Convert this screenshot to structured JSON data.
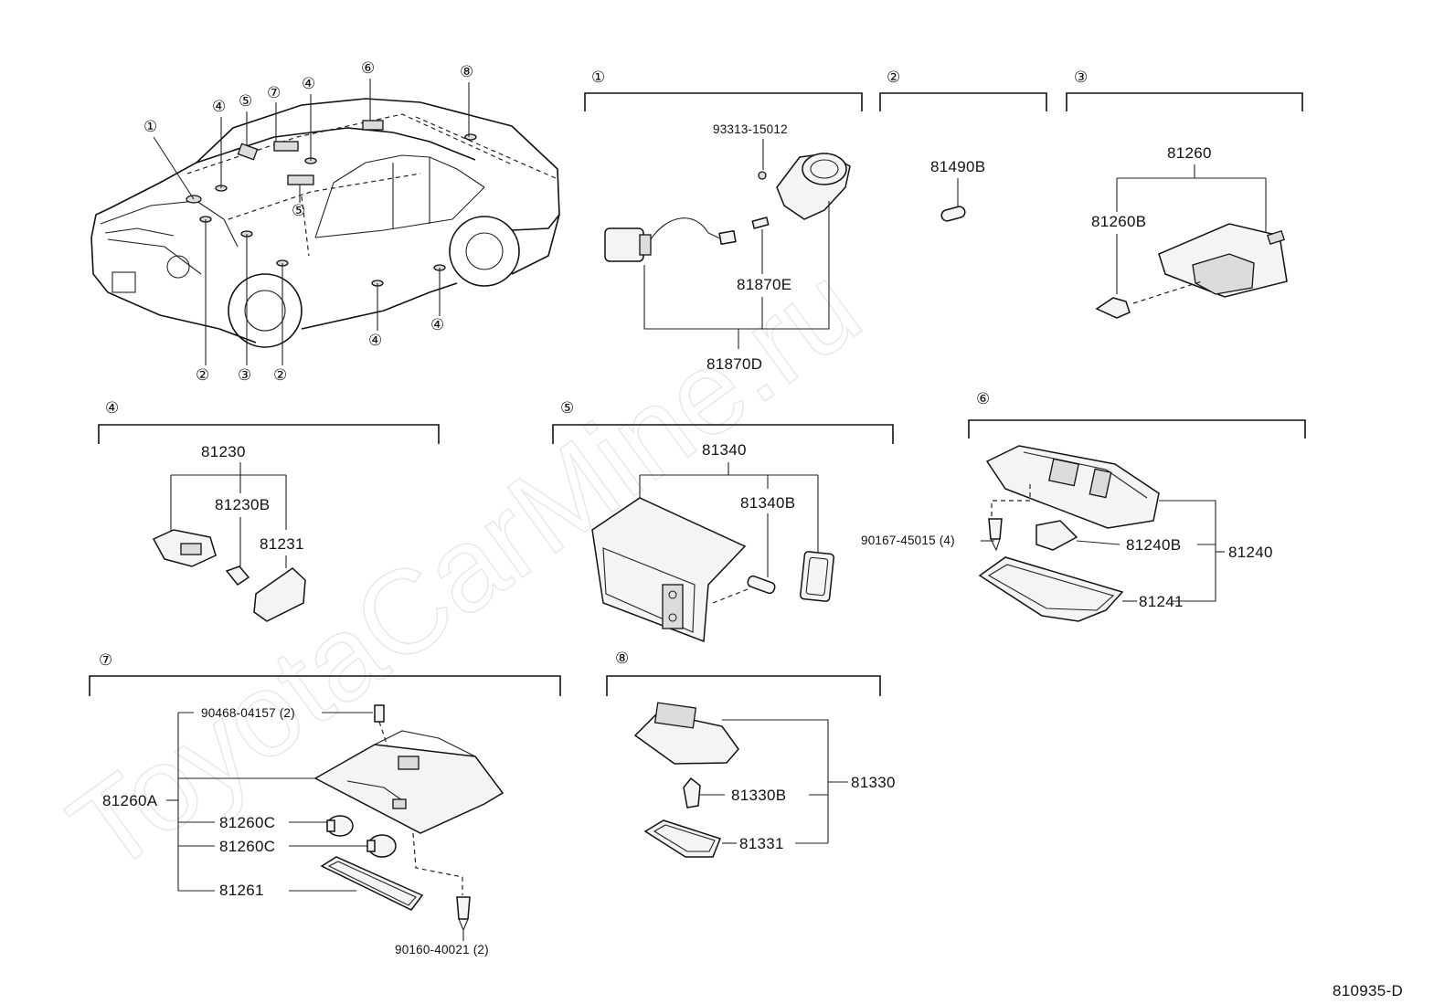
{
  "watermark": "ToyotaCarMine.ru",
  "diagram_code": "810935-D",
  "callouts": {
    "c1": "①",
    "c2": "②",
    "c3": "③",
    "c4": "④",
    "c5": "⑤",
    "c6": "⑥",
    "c7": "⑦",
    "c8": "⑧"
  },
  "groups": {
    "g1": {
      "p1": "93313-15012",
      "p2": "81870E",
      "p3": "81870D"
    },
    "g2": {
      "p1": "81490B"
    },
    "g3": {
      "p1": "81260",
      "p2": "81260B"
    },
    "g4": {
      "p1": "81230",
      "p2": "81230B",
      "p3": "81231"
    },
    "g5": {
      "p1": "81340",
      "p2": "81340B"
    },
    "g6": {
      "p1": "90167-45015 (4)",
      "p2": "81240B",
      "p3": "81240",
      "p4": "81241"
    },
    "g7": {
      "p1": "90468-04157 (2)",
      "p2": "81260A",
      "p3": "81260C",
      "p4": "81260C",
      "p5": "81261",
      "p6": "90160-40021 (2)"
    },
    "g8": {
      "p1": "81330",
      "p2": "81330B",
      "p3": "81331"
    }
  }
}
